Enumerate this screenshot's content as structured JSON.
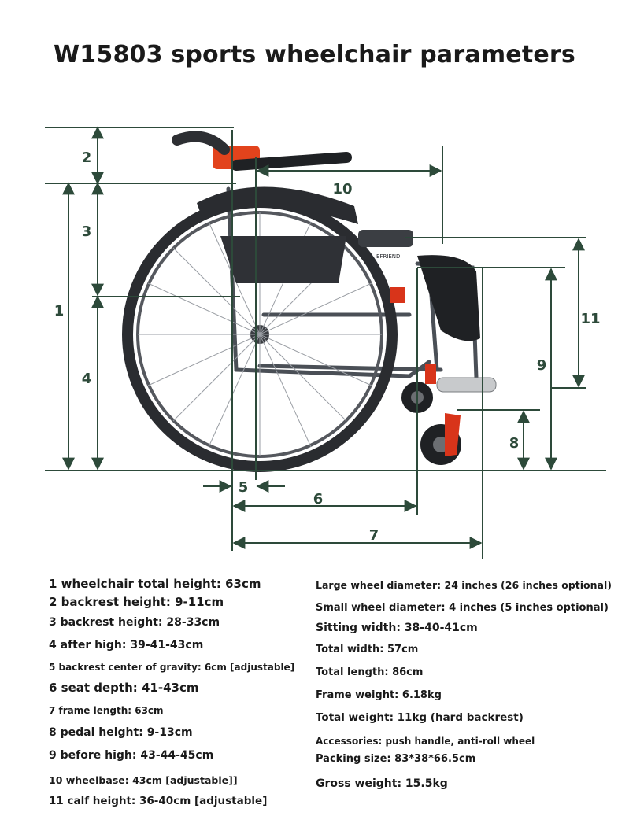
{
  "title": "W15803 sports wheelchair parameters",
  "brand_label": "EFRIEND",
  "accent_color": "#2d4a3a",
  "dimension_markers": [
    "1",
    "2",
    "3",
    "4",
    "5",
    "6",
    "7",
    "8",
    "9",
    "10",
    "11"
  ],
  "left_specs": [
    "1 wheelchair total height: 63cm",
    "2 backrest height: 9-11cm",
    "3 backrest height: 28-33cm",
    "4 after high: 39-41-43cm",
    "5 backrest center of gravity: 6cm [adjustable]",
    "6 seat depth: 41-43cm",
    "7 frame length: 63cm",
    "8 pedal height: 9-13cm",
    "9 before high: 43-44-45cm",
    "10 wheelbase: 43cm [adjustable]]",
    "11 calf height: 36-40cm [adjustable]"
  ],
  "right_specs": [
    "Large wheel diameter: 24 inches (26 inches optional)",
    "Small wheel diameter: 4 inches (5 inches optional)",
    "Sitting width: 38-40-41cm",
    "Total width: 57cm",
    "Total length: 86cm",
    "Frame weight: 6.18kg",
    "Total weight: 11kg (hard backrest)",
    "Accessories: push handle, anti-roll wheel",
    "Packing size: 83*38*66.5cm",
    "Gross weight: 15.5kg"
  ]
}
